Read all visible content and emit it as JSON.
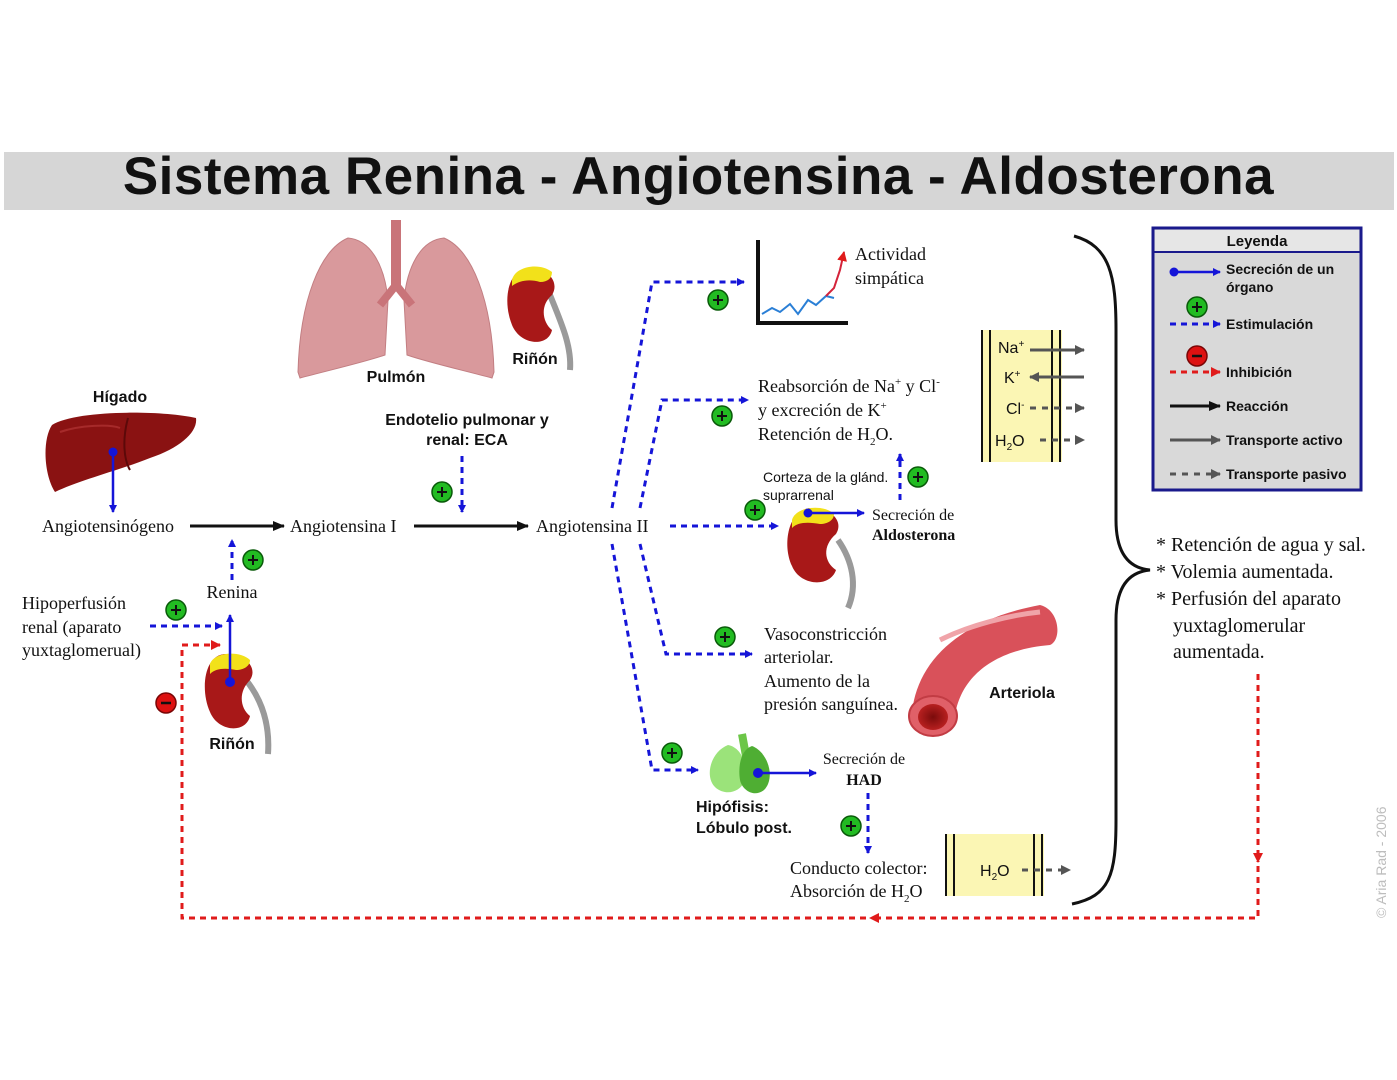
{
  "title": "Sistema Renina - Angiotensina - Aldosterona",
  "organs": {
    "liver": "Hígado",
    "lungs": "Pulmón",
    "kidney_top": "Riñón",
    "kidney_bottom": "Riñón",
    "arteriole": "Arteriola",
    "pituitary_line1": "Hipófisis:",
    "pituitary_line2": "Lóbulo post."
  },
  "labels": {
    "endothelium_line1": "Endotelio pulmonar y",
    "endothelium_line2": "renal: ECA",
    "angiotensinogen": "Angiotensinógeno",
    "angiotensin1": "Angiotensina I",
    "angiotensin2": "Angiotensina II",
    "renin": "Renina",
    "hypoperfusion_line1": "Hipoperfusión",
    "hypoperfusion_line2": "renal (aparato",
    "hypoperfusion_line3": "yuxtaglomerual)",
    "sympathetic_line1": "Actividad",
    "sympathetic_line2": "simpática",
    "reabsorption_line1_a": "Reabsorción de Na",
    "reabsorption_line1_b": " y Cl",
    "reabsorption_line2": "y excreción de K",
    "reabsorption_line3": "Retención de H",
    "reabsorption_line3_end": "O.",
    "cortex_line1": "Corteza de la glánd.",
    "cortex_line2": "suprarrenal",
    "aldo_line1": "Secreción de",
    "aldo_line2": "Aldosterona",
    "vaso_line1": "Vasoconstricción",
    "vaso_line2": "arteriolar.",
    "vaso_line3": "Aumento de la",
    "vaso_line4": "presión sanguínea.",
    "had_line1": "Secreción de",
    "had_line2": "HAD",
    "collector_line1": "Conducto colector:",
    "collector_line2_a": "Absorción de H",
    "collector_line2_b": "O",
    "ion_na": "Na",
    "ion_k": "K",
    "ion_cl": "Cl",
    "ion_h2o_a": "H",
    "ion_h2o_b": "O",
    "sub2": "2",
    "sup_plus": "+",
    "sup_minus": "-"
  },
  "effects": {
    "line1": "* Retención de agua y sal.",
    "line2": "* Volemia aumentada.",
    "line3": "* Perfusión del aparato",
    "line4": "yuxtaglomerular",
    "line5": "aumentada."
  },
  "legend": {
    "title": "Leyenda",
    "secretion_line1": "Secreción de un",
    "secretion_line2": "órgano",
    "stimulation": "Estimulación",
    "inhibition": "Inhibición",
    "reaction": "Reacción",
    "active_transport": "Transporte activo",
    "passive_transport": "Transporte pasivo"
  },
  "copyright": "© Aria Rad - 2006",
  "colors": {
    "stimulation": "#1515d8",
    "inhibition": "#e01b1b",
    "plus_badge": "#22bb22",
    "minus_badge": "#dd1111",
    "liver": "#8a1212",
    "kidney": "#a81818",
    "adrenal": "#f2e11a",
    "lung": "#d9999c",
    "pituitary": "#7fd85a",
    "legend_bg": "#d9d9d9",
    "legend_border": "#1a1a8c",
    "membrane_bg": "#fbf6b4"
  }
}
